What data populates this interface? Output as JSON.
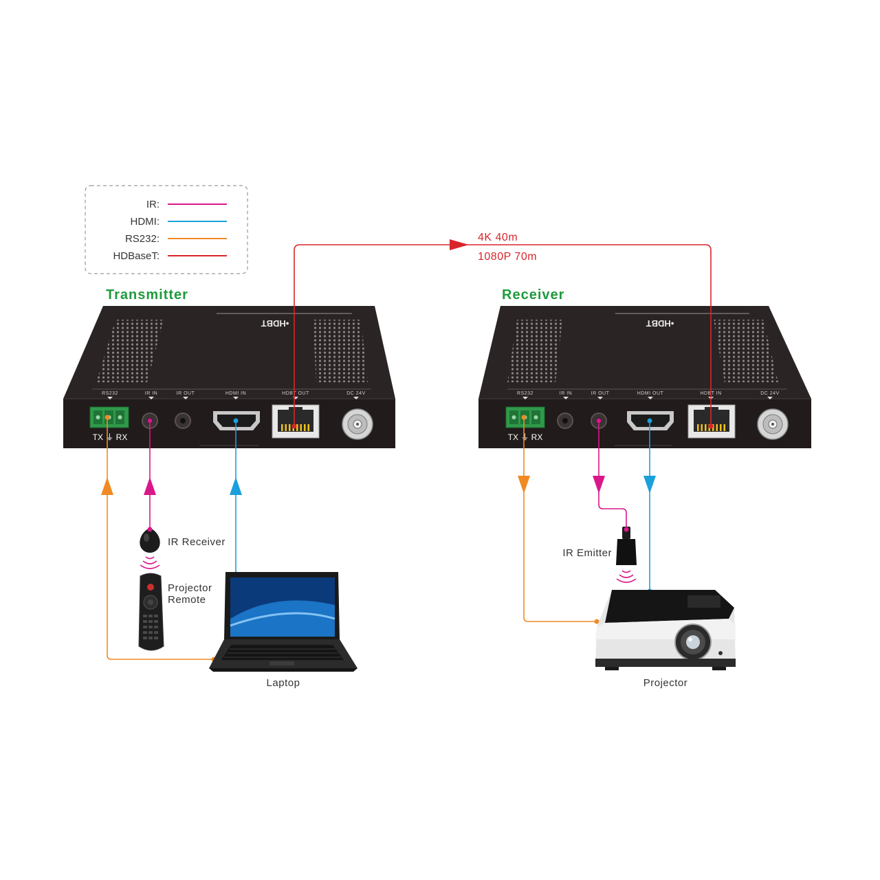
{
  "legend": {
    "items": [
      {
        "label": "IR:",
        "color": "#d9178a"
      },
      {
        "label": "HDMI:",
        "color": "#1ba0dc"
      },
      {
        "label": "RS232:",
        "color": "#f08a24"
      },
      {
        "label": "HDBaseT:",
        "color": "#d9252a"
      }
    ]
  },
  "transmitter": {
    "title": "Transmitter",
    "ports": [
      "RS232",
      "IR IN",
      "IR OUT",
      "HDMI IN",
      "HDBT OUT",
      "DC 24V"
    ],
    "terminal_label": "TX ⏚ RX",
    "logo": "•HDBT"
  },
  "receiver": {
    "title": "Receiver",
    "ports": [
      "RS232",
      "IR IN",
      "IR OUT",
      "HDMI OUT",
      "HDBT IN",
      "DC 24V"
    ],
    "terminal_label": "TX ⏚ RX",
    "logo": "•HDBT"
  },
  "link": {
    "line1": "4K 40m",
    "line2": "1080P 70m"
  },
  "devices": {
    "ir_receiver": "IR Receiver",
    "projector_remote_line1": "Projector",
    "projector_remote_line2": "Remote",
    "laptop": "Laptop",
    "ir_emitter": "IR Emitter",
    "projector": "Projector"
  },
  "colors": {
    "ir": "#d9178a",
    "hdmi": "#1ba0dc",
    "rs232": "#f08a24",
    "hdbaset": "#d9252a",
    "device_body": "#2b2424",
    "title_green": "#1e9a3c"
  }
}
